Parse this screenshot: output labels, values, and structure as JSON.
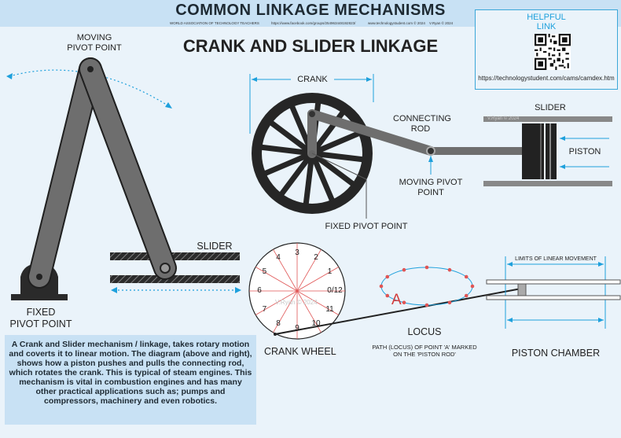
{
  "header": {
    "title": "COMMON LINKAGE MECHANISMS",
    "assoc": "WORLD ASSOCIATION OF TECHNOLOGY TEACHERS",
    "facebook": "https://www.facebook.com/groups/254963448192823/",
    "site": "www.technologystudent.com © 2024",
    "author": "V.Ryan © 2024"
  },
  "page_title": "CRANK AND SLIDER LINKAGE",
  "helpful": {
    "line1": "HELPFUL",
    "line2": "LINK",
    "url": "https://technologystudent.com/cams/camdex.htm"
  },
  "left_diagram": {
    "moving_pivot_l1": "MOVING",
    "moving_pivot_l2": "PIVOT POINT",
    "slider": "SLIDER",
    "fixed_pivot_l1": "FIXED",
    "fixed_pivot_l2": "PIVOT POINT"
  },
  "main_diagram": {
    "crank": "CRANK",
    "connecting_rod_l1": "CONNECTING",
    "connecting_rod_l2": "ROD",
    "slider": "SLIDER",
    "watermark": "V.Ryan © 2024",
    "piston": "PISTON",
    "moving_pivot_l1": "MOVING PIVOT",
    "moving_pivot_l2": "POINT",
    "fixed_pivot": "FIXED PIVOT POINT"
  },
  "crank_wheel": {
    "label": "CRANK WHEEL",
    "watermark": "V.Ryan © 2024",
    "numbers": [
      "0/12",
      "1",
      "2",
      "3",
      "4",
      "5",
      "6",
      "7",
      "8",
      "9",
      "10",
      "11"
    ]
  },
  "locus": {
    "point_label": "A",
    "label": "LOCUS",
    "note_l1": "PATH (LOCUS) OF POINT 'A' MARKED",
    "note_l2": "ON THE 'PISTON ROD'"
  },
  "piston_chamber": {
    "limits": "LIMITS OF LINEAR MOVEMENT",
    "label": "PISTON CHAMBER"
  },
  "description": "A Crank and Slider mechanism / linkage, takes rotary motion and coverts it to linear motion. The diagram (above and right), shows how a piston pushes and pulls the connecting rod, which rotates the crank. This is typical of steam engines. This mechanism is vital in combustion engines and has many other practical applications such as; pumps and compressors, machinery and even robotics.",
  "colors": {
    "header_bg": "#c8e1f4",
    "accent": "#1ea0dc",
    "wheel": "#262626",
    "link_grey": "#6e6e6e",
    "locus_dot": "#e05555"
  }
}
